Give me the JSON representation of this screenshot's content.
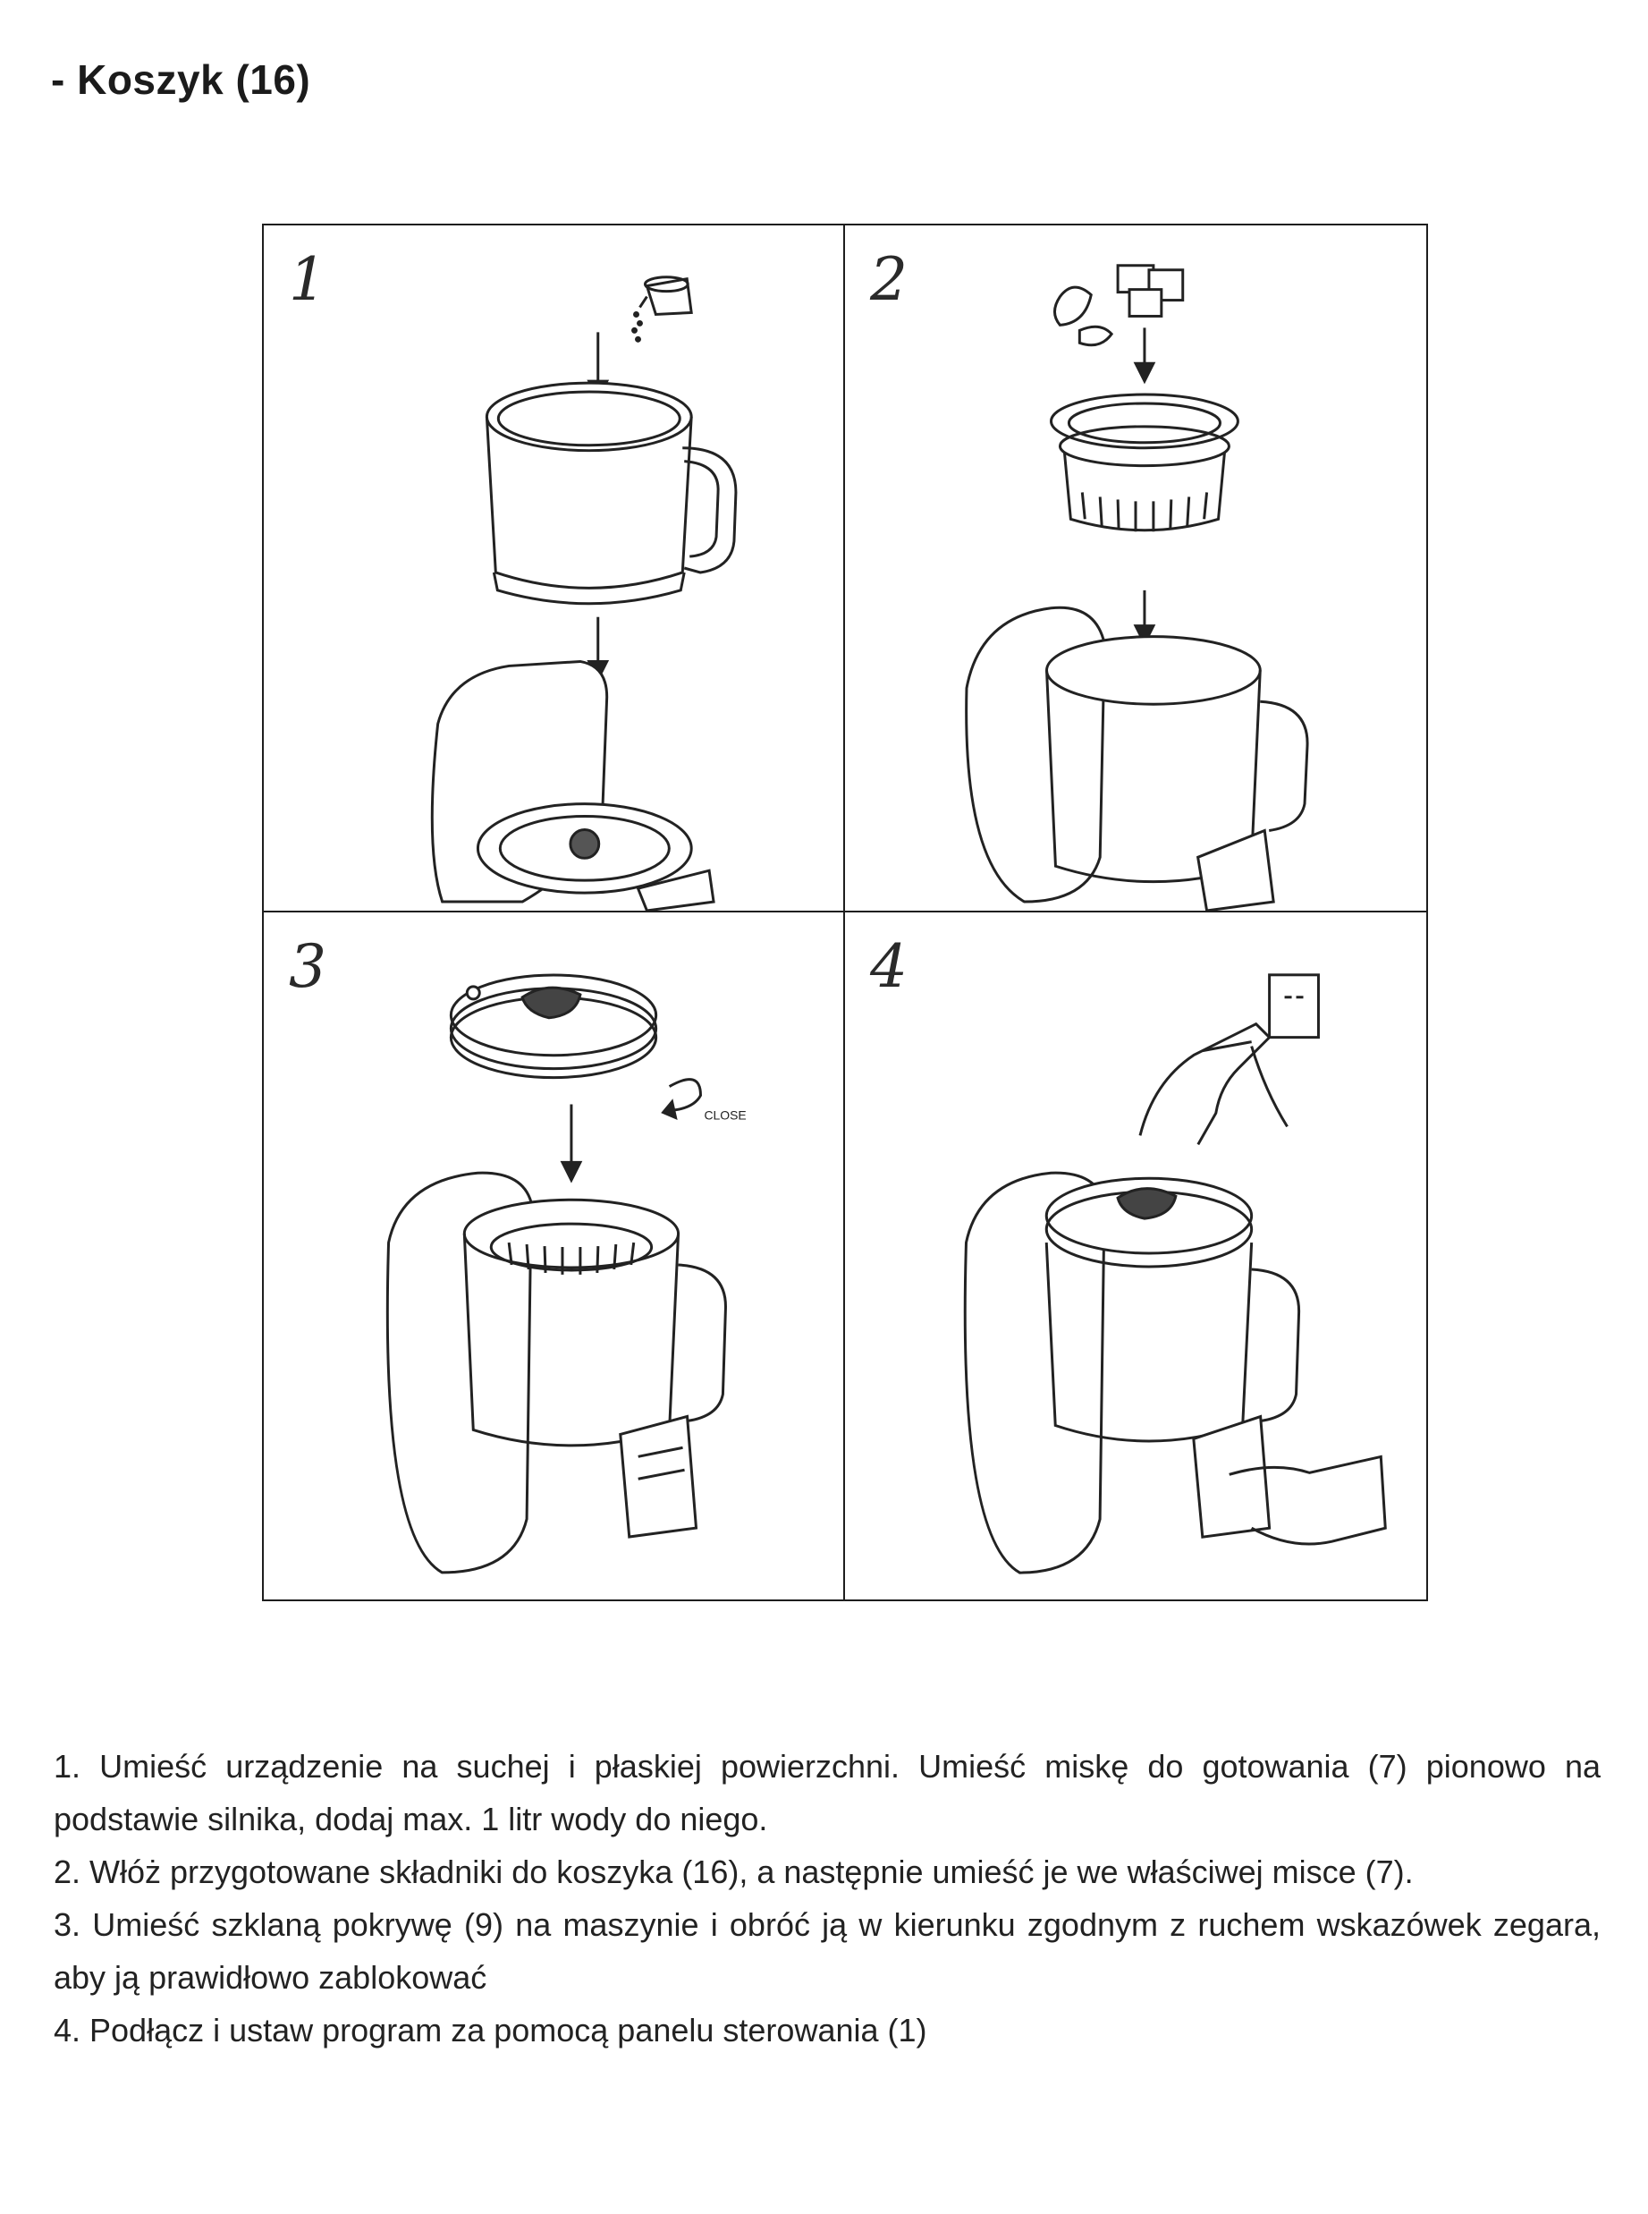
{
  "heading": "- Koszyk (16)",
  "panels": [
    {
      "number": "1"
    },
    {
      "number": "2"
    },
    {
      "number": "3",
      "close_label": "CLOSE"
    },
    {
      "number": "4"
    }
  ],
  "instructions": [
    "1. Umieść urządzenie na suchej i płaskiej powierzchni. Umieść miskę do gotowania (7) pionowo na podstawie silnika, dodaj max. 1 litr wody do niego.",
    "2. Włóż przygotowane składniki do koszyka (16), a następnie umieść je we właściwej misce (7).",
    "3. Umieść szklaną pokrywę (9) na maszynie i obróć ją w kierunku zgodnym z ruchem wskazówek zegara, aby ją prawidłowo zablokować",
    "4. Podłącz i ustaw program za pomocą panelu sterowania (1)"
  ]
}
